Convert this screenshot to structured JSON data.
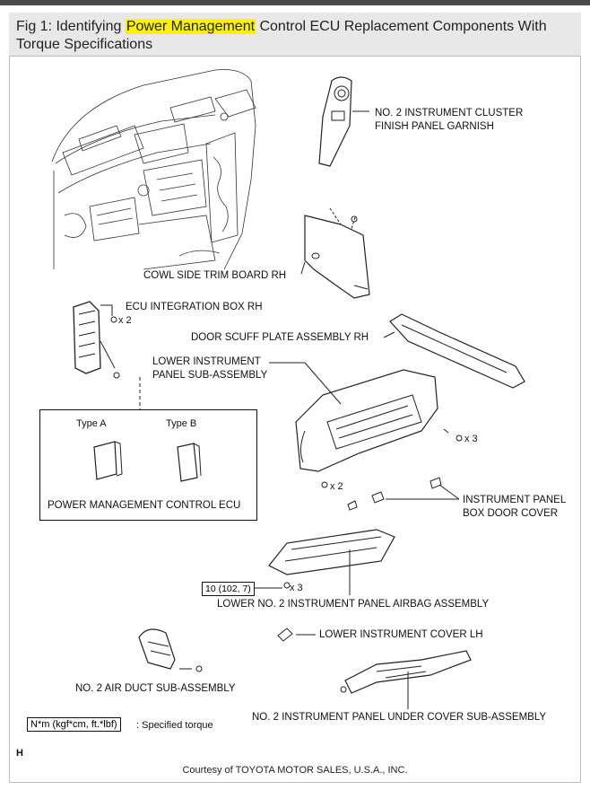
{
  "header": {
    "title_prefix": "Fig 1: Identifying ",
    "title_highlight": "Power Management",
    "title_suffix": " Control ECU Replacement Components With Torque Specifications",
    "highlight_color": "#fff200"
  },
  "diagram": {
    "components": {
      "cluster_garnish_1": "NO. 2 INSTRUMENT CLUSTER",
      "cluster_garnish_2": "FINISH PANEL GARNISH",
      "cowl_trim": "COWL SIDE TRIM BOARD RH",
      "ecu_box": "ECU INTEGRATION BOX RH",
      "door_scuff": "DOOR SCUFF PLATE ASSEMBLY RH",
      "lower_panel_1": "LOWER INSTRUMENT",
      "lower_panel_2": "PANEL SUB-ASSEMBLY",
      "box_door_1": "INSTRUMENT PANEL",
      "box_door_2": "BOX DOOR COVER",
      "airbag": "LOWER NO. 2 INSTRUMENT PANEL AIRBAG ASSEMBLY",
      "cover_lh": "LOWER INSTRUMENT COVER LH",
      "air_duct": "NO. 2 AIR DUCT SUB-ASSEMBLY",
      "under_cover": "NO. 2 INSTRUMENT PANEL UNDER COVER SUB-ASSEMBLY"
    },
    "ecu_types": {
      "type_a": "Type A",
      "type_b": "Type B",
      "caption": "POWER MANAGEMENT CONTROL ECU"
    },
    "quantities": {
      "ecu_clips": "x 2",
      "panel_right": "x 3",
      "panel_bottom": "x 2",
      "airbag_bolts": "x 3"
    },
    "torque_value": "10 (102, 7)",
    "legend": {
      "unit": "N*m (kgf*cm, ft.*lbf)",
      "text": ": Specified torque"
    },
    "corner_mark": "H"
  },
  "footer": {
    "credit": "Courtesy of TOYOTA MOTOR SALES, U.S.A., INC."
  }
}
